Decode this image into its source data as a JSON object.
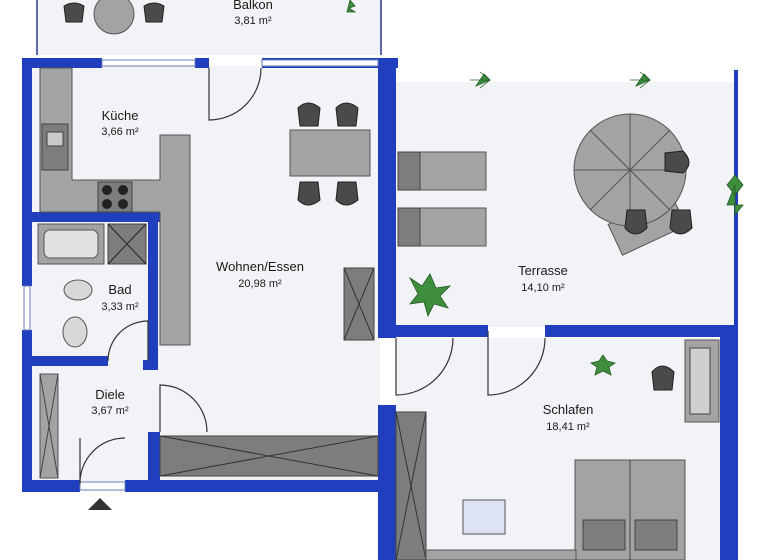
{
  "rooms": {
    "balkon": {
      "name": "Balkon",
      "area": "3,81 m²"
    },
    "kueche": {
      "name": "Küche",
      "area": "3,66 m²"
    },
    "bad": {
      "name": "Bad",
      "area": "3,33 m²"
    },
    "wohnen": {
      "name": "Wohnen/Essen",
      "area": "20,98 m²"
    },
    "terrasse": {
      "name": "Terrasse",
      "area": "14,10 m²"
    },
    "diele": {
      "name": "Diele",
      "area": "3,67 m²"
    },
    "schlafen": {
      "name": "Schlafen",
      "area": "18,41 m²"
    }
  },
  "colors": {
    "wall": "#1f3fbf",
    "furniture": "#a3a3a3",
    "floor": "#f2f3f6",
    "plant": "#3e8e3e"
  },
  "icons": {
    "entrance": "entrance-arrow-icon",
    "plant": "plant-icon",
    "chair": "chair-icon"
  }
}
